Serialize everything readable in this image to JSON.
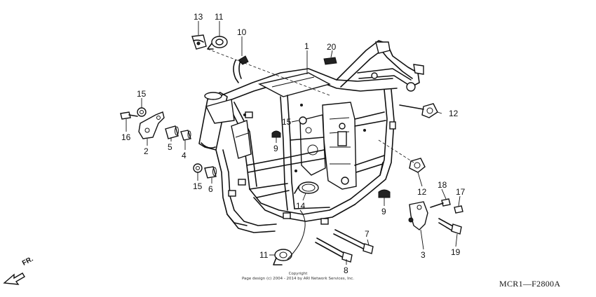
{
  "diagram": {
    "code": "MCR1—F2800A",
    "front_label": "FR.",
    "copyright_lines": [
      "Copyright",
      "Page design (c) 2004 - 2014 by ARI Network Services, Inc."
    ],
    "callouts": [
      "1",
      "2",
      "3",
      "4",
      "5",
      "6",
      "7",
      "8",
      "9",
      "9",
      "10",
      "11",
      "11",
      "12",
      "12",
      "13",
      "14",
      "15",
      "15",
      "15",
      "16",
      "17",
      "18",
      "19",
      "20"
    ]
  }
}
